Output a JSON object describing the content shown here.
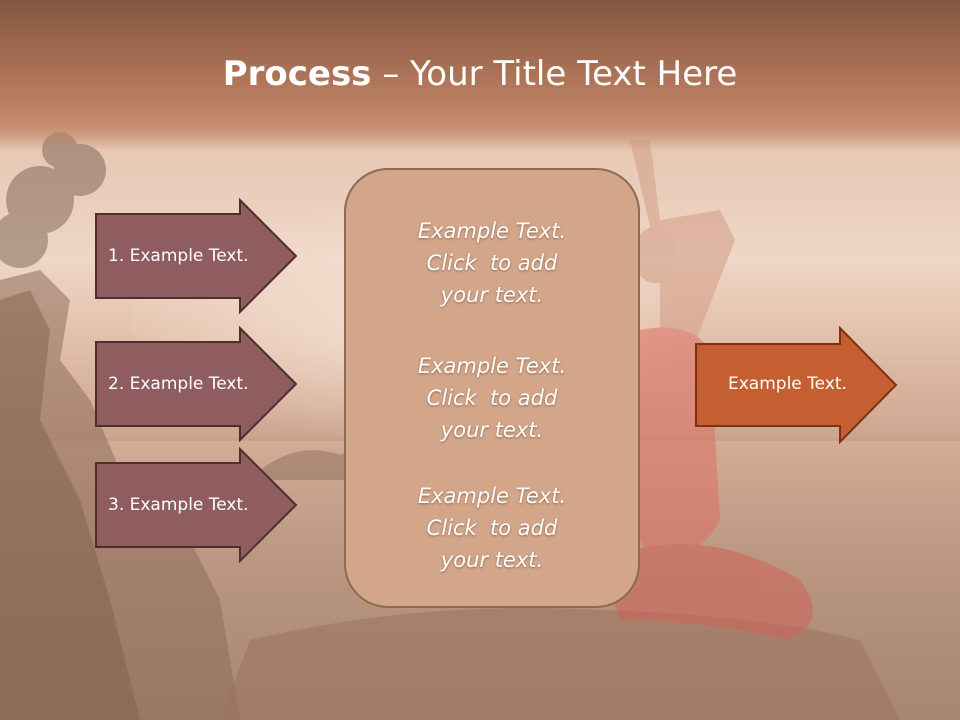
{
  "slide": {
    "title_bold": "Process",
    "title_rest": " – Your Title Text Here"
  },
  "left_steps": [
    {
      "label": "1. Example Text."
    },
    {
      "label": "2. Example Text."
    },
    {
      "label": "3. Example Text."
    }
  ],
  "center_box": {
    "paragraphs": [
      {
        "line1": "Example Text.",
        "line2": "Click  to add",
        "line3": "your text."
      },
      {
        "line1": "Example Text.",
        "line2": "Click  to add",
        "line3": "your text."
      },
      {
        "line1": "Example Text.",
        "line2": "Click  to add",
        "line3": "your text."
      }
    ]
  },
  "output_arrow": {
    "label": "Example Text."
  },
  "colors": {
    "left_arrow_fill": "#8f5c5f",
    "left_arrow_stroke": "#4e2f2f",
    "center_box_fill": "#d3a68a",
    "output_arrow_fill": "#c55e30",
    "output_arrow_stroke": "#7a3414"
  },
  "background": {
    "description_icon": "yoga-photo-background"
  }
}
